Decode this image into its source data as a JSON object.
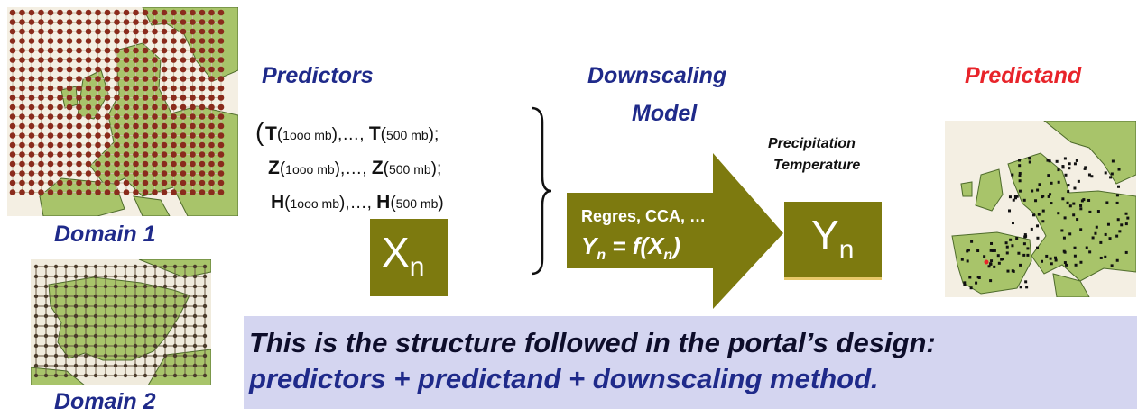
{
  "domain1": {
    "label": "Domain 1"
  },
  "domain2": {
    "label": "Domain 2"
  },
  "predictors": {
    "title": "Predictors",
    "open_paren": "(",
    "close_paren": ")",
    "lines": [
      {
        "var1": "T",
        "lvl1": "1ooo mb",
        "sep": "),…, ",
        "var2": "T",
        "lvl2": "500 mb",
        "end": ");"
      },
      {
        "var1": "Z",
        "lvl1": "1ooo mb",
        "sep": "),…, ",
        "var2": "Z",
        "lvl2": "500 mb",
        "end": ");"
      },
      {
        "var1": "H",
        "lvl1": "1ooo mb",
        "sep": "),…, ",
        "var2": "H",
        "lvl2": "500 mb",
        "end": ")"
      }
    ],
    "xn_main": "X",
    "xn_sub": "n"
  },
  "model": {
    "title_line1": "Downscaling",
    "title_line2": "Model",
    "arrow_line1": "Regres, CCA, …",
    "arrow_line2": "Y",
    "arrow_line2_sub": "n",
    "arrow_line2_rest": " = f(X",
    "arrow_line2_sub2": "n",
    "arrow_line2_end": ")"
  },
  "outputs": {
    "line1": "Precipitation",
    "line2": "Temperature",
    "yn_main": "Y",
    "yn_sub": "n"
  },
  "predictand": {
    "title": "Predictand"
  },
  "banner": {
    "line1": "This is the structure followed in the portal’s design:",
    "line2": "predictors + predictand + downscaling method."
  },
  "colors": {
    "olive": "#7d7a0f",
    "title_blue": "#1f2a8a",
    "predictand_red": "#e8242a",
    "banner_bg": "#d4d5f0",
    "land_green": "#a8c46a",
    "sea": "#f0ebdd",
    "grid_red": "#8a2b1c",
    "station_black": "#111111"
  }
}
